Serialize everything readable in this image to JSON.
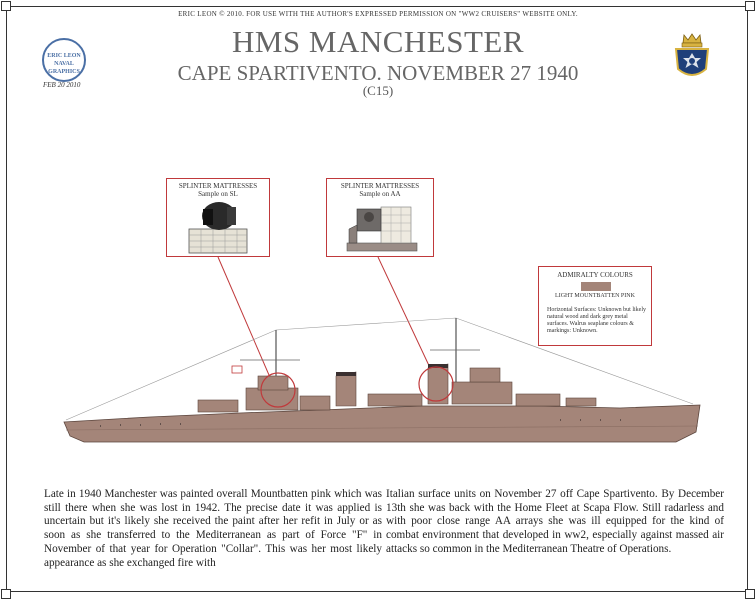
{
  "header": {
    "copyright": "ERIC LEON © 2010. FOR USE WITH THE AUTHOR'S EXPRESSED PERMISSION ON \"WW2 CRUISERS\" WEBSITE ONLY.",
    "title": "HMS MANCHESTER",
    "subtitle": "CAPE SPARTIVENTO. NOVEMBER 27 1940",
    "pennant": "(C15)"
  },
  "stamp": {
    "text": "ERIC LEON NAVAL GRAPHICS",
    "date": "FEB 20 2010"
  },
  "insets": [
    {
      "title": "SPLINTER MATTRESSES",
      "caption": "Sample on SL"
    },
    {
      "title": "SPLINTER MATTRESSES",
      "caption": "Sample on AA"
    }
  ],
  "colours": {
    "heading": "ADMIRALTY COLOURS",
    "swatch_color": "#a48579",
    "swatch_label": "LIGHT MOUNTBATTEN PINK",
    "notes": "Horizontal Surfaces: Unknown but likely natural wood and dark grey metal surfaces. Walrus seaplane colours & markings: Unknown."
  },
  "palette": {
    "hull": "#a48579",
    "hull_dark": "#8a6d62",
    "callout": "#c0393b"
  },
  "text": {
    "left": "Late in 1940 Manchester was painted overall Mountbatten pink which was still there when she was lost in 1942. The precise date it was applied is uncertain but it's likely she received the paint after her refit in July or as soon as she transferred to the Mediterranean as part of Force \"F\" in November of that year for Operation \"Collar\". This was her most likely appearance as she exchanged fire with",
    "right": "Italian surface units on November 27 off Cape Spartivento. By December 13th she was back with the Home Fleet at Scapa Flow. Still radarless and with poor close range AA arrays she was ill equipped for the kind of combat environment that developed in ww2, especially against massed air attacks so common in the Mediterranean Theatre of Operations."
  }
}
